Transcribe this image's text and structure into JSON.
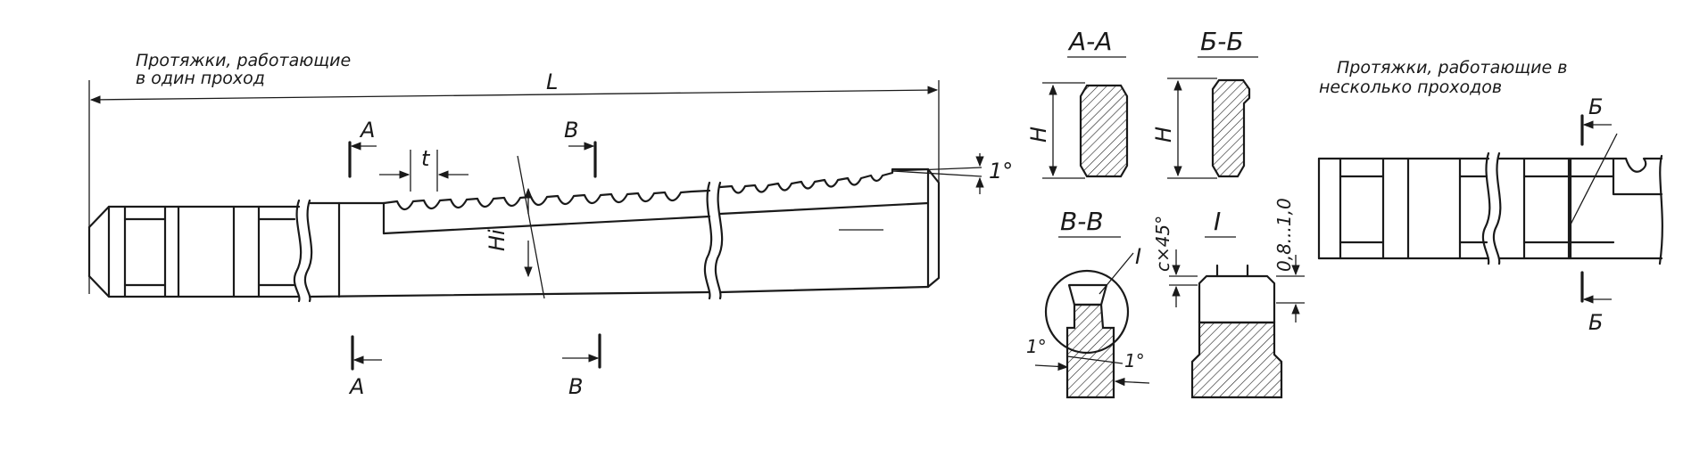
{
  "notes": {
    "single_pass_line1": "Протяжки, работающие",
    "single_pass_line2": "в один проход",
    "multi_pass_line1": "Протяжки, работающие в",
    "multi_pass_line2": "несколько проходов"
  },
  "dimensions": {
    "length": "L",
    "pitch": "t",
    "height_hi": "Hi",
    "height_h": "H",
    "angle_1deg": "1°",
    "chamfer": "c×45°",
    "gap": "0,8...1,0"
  },
  "sections": {
    "aa": "А-А",
    "bb": "Б-Б",
    "vv": "В-В",
    "detail": "I"
  },
  "markers": {
    "a": "А",
    "v": "В",
    "b": "Б",
    "detail": "I"
  }
}
